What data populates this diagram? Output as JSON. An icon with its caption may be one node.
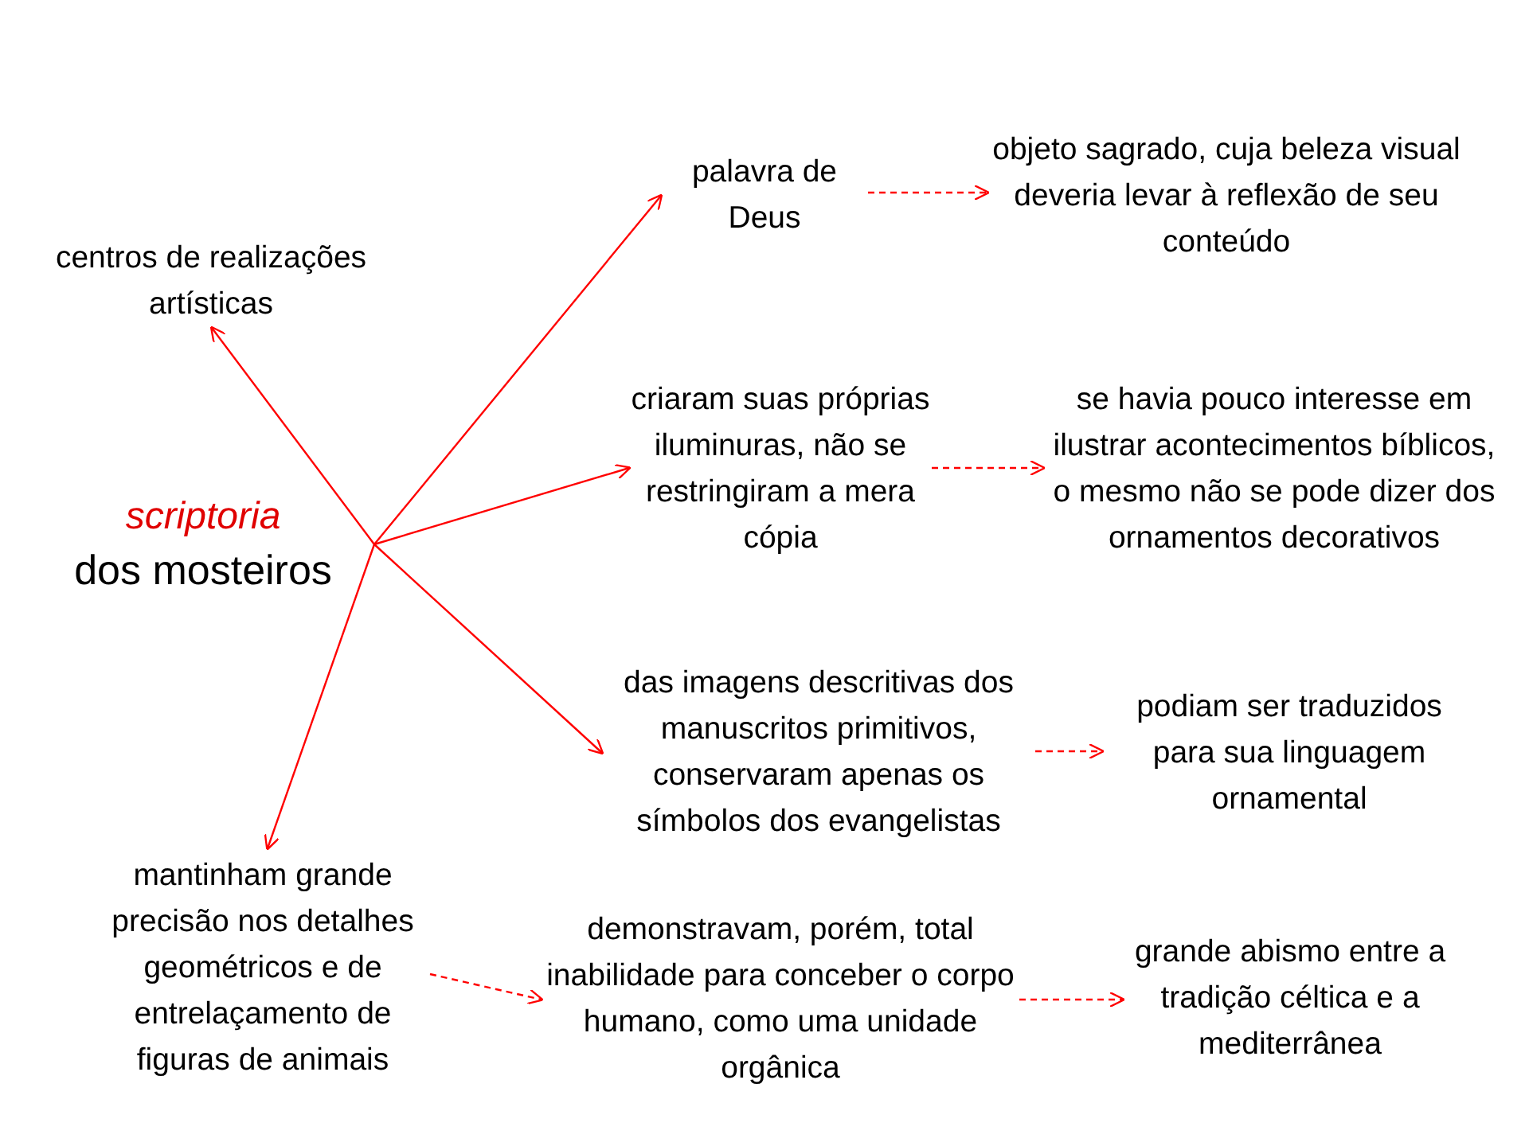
{
  "diagram": {
    "nodes": [
      {
        "text": [
          "scriptoria",
          "dos mosteiros"
        ]
      },
      {
        "text": [
          "centros de realizações artísticas"
        ]
      },
      {
        "text": [
          "palavra de Deus"
        ]
      },
      {
        "text": [
          "objeto sagrado, cuja beleza visual deveria levar à reflexão de seu conteúdo"
        ]
      },
      {
        "text": [
          "criaram suas próprias iluminuras, não se restringiram a mera cópia"
        ]
      },
      {
        "text": [
          "se havia pouco interesse em ilustrar acontecimentos bíblicos, o mesmo não se pode dizer dos ornamentos decorativos"
        ]
      },
      {
        "text": [
          "das imagens descritivas dos manuscritos primitivos, conservaram apenas os símbolos dos evangelistas"
        ]
      },
      {
        "text": [
          "podiam ser traduzidos para sua linguagem ornamental"
        ]
      },
      {
        "text": [
          "mantinham grande precisão nos detalhes geométricos e de entrelaçamento de figuras de animais"
        ]
      },
      {
        "text": [
          "demonstravam, porém, total inabilidade para conceber o corpo humano, como uma unidade orgânica"
        ]
      },
      {
        "text": [
          "grande abismo entre a tradição céltica e a mediterrânea"
        ]
      }
    ],
    "edges": [
      {
        "from": 0,
        "to": 1,
        "arrow": "to"
      },
      {
        "from": 0,
        "to": 2,
        "arrow": "to"
      },
      {
        "from": 0,
        "to": 4,
        "arrow": "to"
      },
      {
        "from": 0,
        "to": 6,
        "arrow": "to"
      },
      {
        "from": 0,
        "to": 8,
        "arrow": "to"
      },
      {
        "from": 2,
        "to": 3,
        "arrow": "to",
        "style": "dashed"
      },
      {
        "from": 4,
        "to": 5,
        "arrow": "to",
        "style": "dashed"
      },
      {
        "from": 6,
        "to": 7,
        "arrow": "to",
        "style": "dashed"
      },
      {
        "from": 8,
        "to": 9,
        "arrow": "to",
        "style": "dashed"
      },
      {
        "from": 9,
        "to": 10,
        "arrow": "to",
        "style": "dashed"
      }
    ]
  }
}
